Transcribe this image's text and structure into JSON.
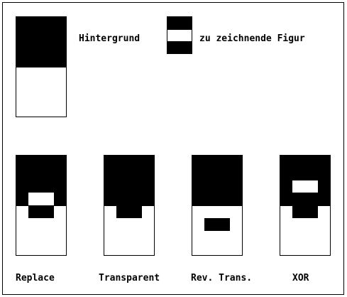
{
  "labels": {
    "background": "Hintergrund",
    "figure": "zu zeichnende Figur"
  },
  "modes": [
    {
      "name": "Replace"
    },
    {
      "name": "Transparent"
    },
    {
      "name": "Rev. Trans."
    },
    {
      "name": "XOR"
    }
  ],
  "colors": {
    "ink": "#000000",
    "paper": "#ffffff"
  }
}
